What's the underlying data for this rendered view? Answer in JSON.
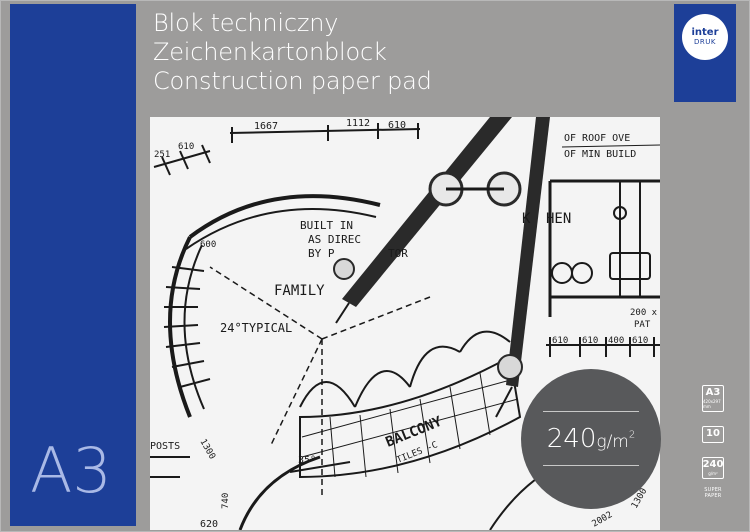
{
  "cover": {
    "titles": [
      "Blok techniczny",
      "Zeichenkartonblock",
      "Construction paper pad"
    ],
    "brand": {
      "line1": "inter",
      "line2": "DRUK"
    },
    "size": "A3",
    "weight": {
      "value": "240",
      "unit": "g/m",
      "exp": "2"
    },
    "specs": {
      "size": "A3",
      "size_detail": "420x297 mm",
      "sheets": "10",
      "weight": "240",
      "weight_unit": "g/m²",
      "quality": "SUPER PAPER"
    }
  },
  "drawing": {
    "labels": {
      "family": "FAMILY",
      "built_in": "BUILT IN",
      "as_directed": "AS DIREC",
      "by_contractor": "BY P",
      "contractor_tail": "TOR",
      "typical": "24°TYPICAL",
      "balcony": "BALCONY",
      "tiles": "TILES -C",
      "kitchen": "K",
      "kitchen_tail": "HEN",
      "roof": "OF ROOF OVE",
      "build": "OF MIN BUILD",
      "posts": "POSTS",
      "angle": "35°",
      "pat": "200 x",
      "pat2": "PAT",
      "dim_1667": "1667",
      "dim_1112": "1112",
      "dim_610_top": "610",
      "dim_251": "251",
      "dim_610_left": "610",
      "dim_600": "600",
      "dim_610_a": "610",
      "dim_610_b": "610",
      "dim_400": "400",
      "dim_610_c": "610",
      "dim_1300_left": "1300",
      "dim_1300_right": "1300",
      "dim_740": "740",
      "dim_620": "620",
      "dim_2002": "2002"
    }
  }
}
